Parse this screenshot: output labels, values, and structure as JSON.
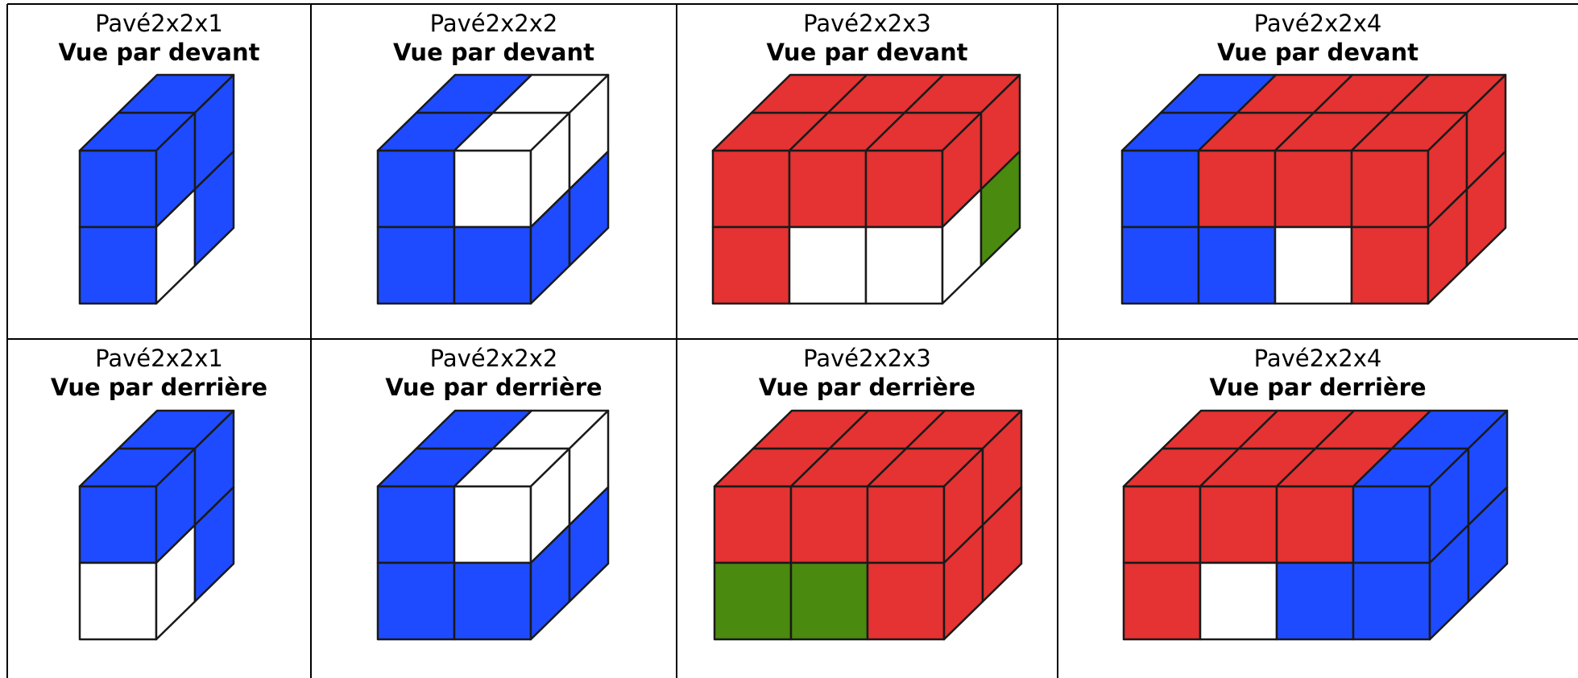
{
  "colors": {
    "blue": "#1e4bff",
    "white": "#ffffff",
    "red": "#e53232",
    "green": "#4a8a0f",
    "edge": "#1a1a1a",
    "grid": "#000000"
  },
  "cells": [
    {
      "name": "Pavé2x2x1",
      "view": "Vue par devant",
      "nx": 1,
      "front": [
        [
          "blue"
        ],
        [
          "blue"
        ]
      ],
      "top": [
        [
          "blue"
        ],
        [
          "blue"
        ]
      ],
      "side": [
        [
          "blue",
          "blue"
        ],
        [
          "white",
          "blue"
        ]
      ]
    },
    {
      "name": "Pavé2x2x2",
      "view": "Vue par devant",
      "nx": 2,
      "front": [
        [
          "blue",
          "white"
        ],
        [
          "blue",
          "blue"
        ]
      ],
      "top": [
        [
          "blue",
          "white"
        ],
        [
          "blue",
          "white"
        ]
      ],
      "side": [
        [
          "white",
          "white"
        ],
        [
          "blue",
          "blue"
        ]
      ]
    },
    {
      "name": "Pavé2x2x3",
      "view": "Vue par devant",
      "nx": 3,
      "front": [
        [
          "red",
          "red",
          "red"
        ],
        [
          "red",
          "white",
          "white"
        ]
      ],
      "top": [
        [
          "red",
          "red",
          "red"
        ],
        [
          "red",
          "red",
          "red"
        ]
      ],
      "side": [
        [
          "red",
          "red"
        ],
        [
          "white",
          "green"
        ]
      ]
    },
    {
      "name": "Pavé2x2x4",
      "view": "Vue par devant",
      "nx": 4,
      "front": [
        [
          "blue",
          "red",
          "red",
          "red"
        ],
        [
          "blue",
          "blue",
          "white",
          "red"
        ]
      ],
      "top": [
        [
          "blue",
          "red",
          "red",
          "red"
        ],
        [
          "blue",
          "red",
          "red",
          "red"
        ]
      ],
      "side": [
        [
          "red",
          "red"
        ],
        [
          "red",
          "red"
        ]
      ]
    },
    {
      "name": "Pavé2x2x1",
      "view": "Vue par derrière",
      "nx": 1,
      "front": [
        [
          "blue"
        ],
        [
          "white"
        ]
      ],
      "top": [
        [
          "blue"
        ],
        [
          "blue"
        ]
      ],
      "side": [
        [
          "blue",
          "blue"
        ],
        [
          "white",
          "blue"
        ]
      ]
    },
    {
      "name": "Pavé2x2x2",
      "view": "Vue par derrière",
      "nx": 2,
      "front": [
        [
          "blue",
          "white"
        ],
        [
          "blue",
          "blue"
        ]
      ],
      "top": [
        [
          "blue",
          "white"
        ],
        [
          "blue",
          "white"
        ]
      ],
      "side": [
        [
          "white",
          "white"
        ],
        [
          "blue",
          "blue"
        ]
      ]
    },
    {
      "name": "Pavé2x2x3",
      "view": "Vue par derrière",
      "nx": 3,
      "front": [
        [
          "red",
          "red",
          "red"
        ],
        [
          "green",
          "green",
          "red"
        ]
      ],
      "top": [
        [
          "red",
          "red",
          "red"
        ],
        [
          "red",
          "red",
          "red"
        ]
      ],
      "side": [
        [
          "red",
          "red"
        ],
        [
          "red",
          "red"
        ]
      ]
    },
    {
      "name": "Pavé2x2x4",
      "view": "Vue par derrière",
      "nx": 4,
      "front": [
        [
          "red",
          "red",
          "red",
          "blue"
        ],
        [
          "red",
          "white",
          "blue",
          "blue"
        ]
      ],
      "top": [
        [
          "red",
          "red",
          "red",
          "blue"
        ],
        [
          "red",
          "red",
          "red",
          "blue"
        ]
      ],
      "side": [
        [
          "blue",
          "blue"
        ],
        [
          "blue",
          "blue"
        ]
      ]
    }
  ]
}
